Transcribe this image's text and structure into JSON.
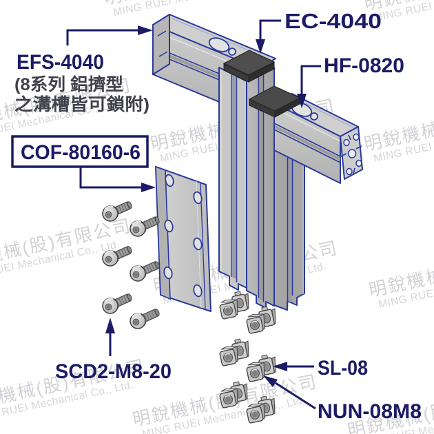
{
  "labels": {
    "efs": "EFS-4040",
    "efs_note_line1": "(8系列 鋁擠型",
    "efs_note_line2": "之溝槽皆可鎖附)",
    "ec": "EC-4040",
    "hf": "HF-0820",
    "cof": "COF-80160-6",
    "scd2": "SCD2-M8-20",
    "sl": "SL-08",
    "nun": "NUN-08M8"
  },
  "watermark": {
    "line1": "明銳機械(股)有限公司",
    "line2": "MING RUEI Mechanical Co., Ltd.",
    "tiles": [
      [
        -85,
        -34
      ],
      [
        148,
        -16
      ],
      [
        526,
        -8
      ],
      [
        -80,
        166
      ],
      [
        216,
        196
      ],
      [
        526,
        196
      ],
      [
        -80,
        370
      ],
      [
        220,
        402
      ],
      [
        533,
        408
      ],
      [
        -60,
        574
      ],
      [
        190,
        596
      ],
      [
        502,
        612
      ]
    ]
  },
  "colors": {
    "label": "#1b1b66",
    "note": "#41414b",
    "outline": "#2a3a9c",
    "wm_cjk": "#d2d2d6",
    "wm_lat": "#d5d5d9",
    "cap": "#4a4a4a"
  }
}
